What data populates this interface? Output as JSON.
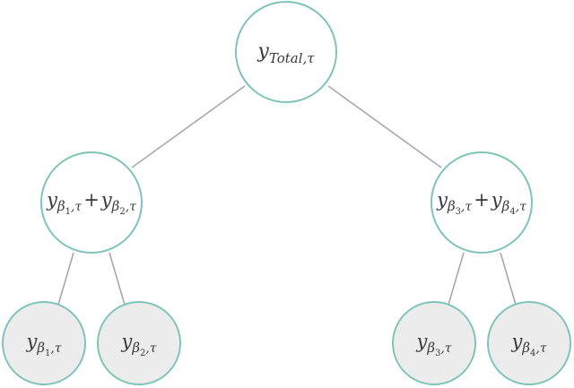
{
  "nodes": {
    "root": {
      "base": "y",
      "sub": "Total,τ"
    },
    "left": {
      "a_base": "y",
      "a_sub_greek": "β",
      "a_sub_index": "1",
      "a_sub_tail": ",τ",
      "op": "+",
      "b_base": "y",
      "b_sub_greek": "β",
      "b_sub_index": "2",
      "b_sub_tail": ",τ"
    },
    "right": {
      "a_base": "y",
      "a_sub_greek": "β",
      "a_sub_index": "3",
      "a_sub_tail": ",τ",
      "op": "+",
      "b_base": "y",
      "b_sub_greek": "β",
      "b_sub_index": "4",
      "b_sub_tail": ",τ"
    },
    "leaves": [
      {
        "base": "y",
        "sub_greek": "β",
        "sub_index": "1",
        "sub_tail": ",τ"
      },
      {
        "base": "y",
        "sub_greek": "β",
        "sub_index": "2",
        "sub_tail": ",τ"
      },
      {
        "base": "y",
        "sub_greek": "β",
        "sub_index": "3",
        "sub_tail": ",τ"
      },
      {
        "base": "y",
        "sub_greek": "β",
        "sub_index": "4",
        "sub_tail": ",τ"
      }
    ]
  },
  "colors": {
    "node_stroke": "#7fc4ba",
    "leaf_fill": "#ececec",
    "edge": "#a8a8a8",
    "text": "#3a3a3a"
  }
}
